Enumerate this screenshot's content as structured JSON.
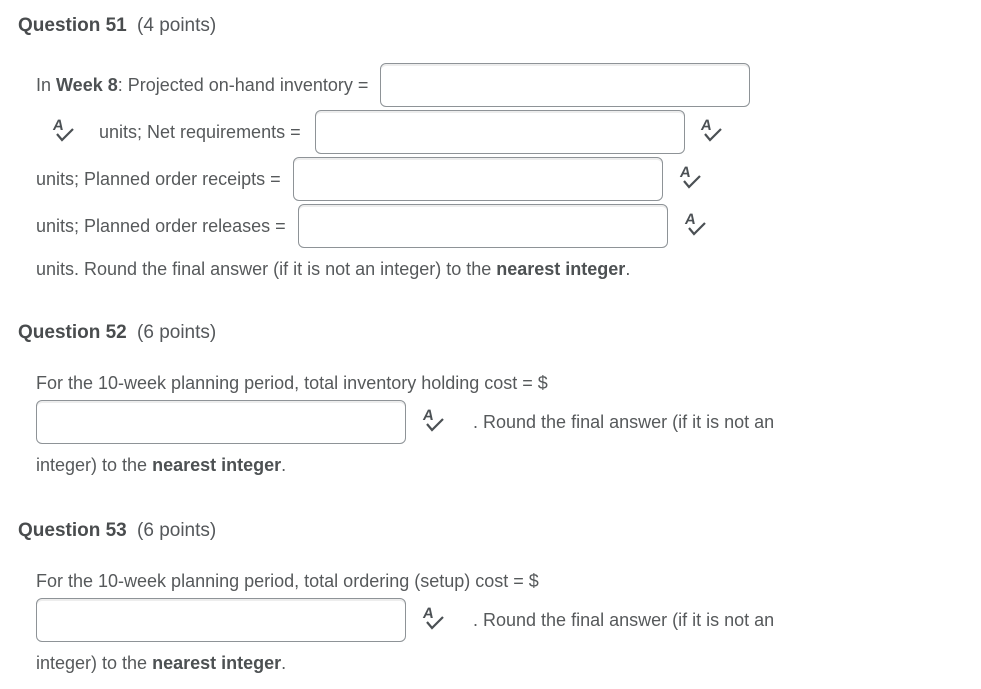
{
  "theme": {
    "background": "#ffffff",
    "text_color": "#56595b",
    "heading_color": "#494c4e",
    "input_border_color": "#8e9397"
  },
  "icon": {
    "letter": "A",
    "meaning": "spell-check"
  },
  "questions": {
    "q51": {
      "title": "Question 51",
      "points": "(4 points)",
      "line1_pre": "In ",
      "line1_bold": "Week 8",
      "line1_post": ": Projected on-hand inventory =",
      "blank1": "",
      "line2_label": "units; Net requirements =",
      "blank2": "",
      "line3_label": "units; Planned order receipts =",
      "blank3": "",
      "line4_label": "units; Planned order releases =",
      "blank4": "",
      "line5_pre": "units. Round the final answer (if it is not an integer) to the ",
      "line5_bold": "nearest integer",
      "line5_post": "."
    },
    "q52": {
      "title": "Question 52",
      "points": "(6 points)",
      "line1": "For the 10-week planning period, total inventory holding cost = $",
      "blank": "",
      "after_blank": ". Round the final answer (if it is not an",
      "line3_pre": "integer) to the ",
      "line3_bold": "nearest integer",
      "line3_post": "."
    },
    "q53": {
      "title": "Question 53",
      "points": "(6 points)",
      "line1": "For the 10-week planning period, total ordering (setup) cost = $",
      "blank": "",
      "after_blank": ". Round the final answer (if it is not an",
      "line3_pre": "integer) to the ",
      "line3_bold": "nearest integer",
      "line3_post": "."
    }
  }
}
